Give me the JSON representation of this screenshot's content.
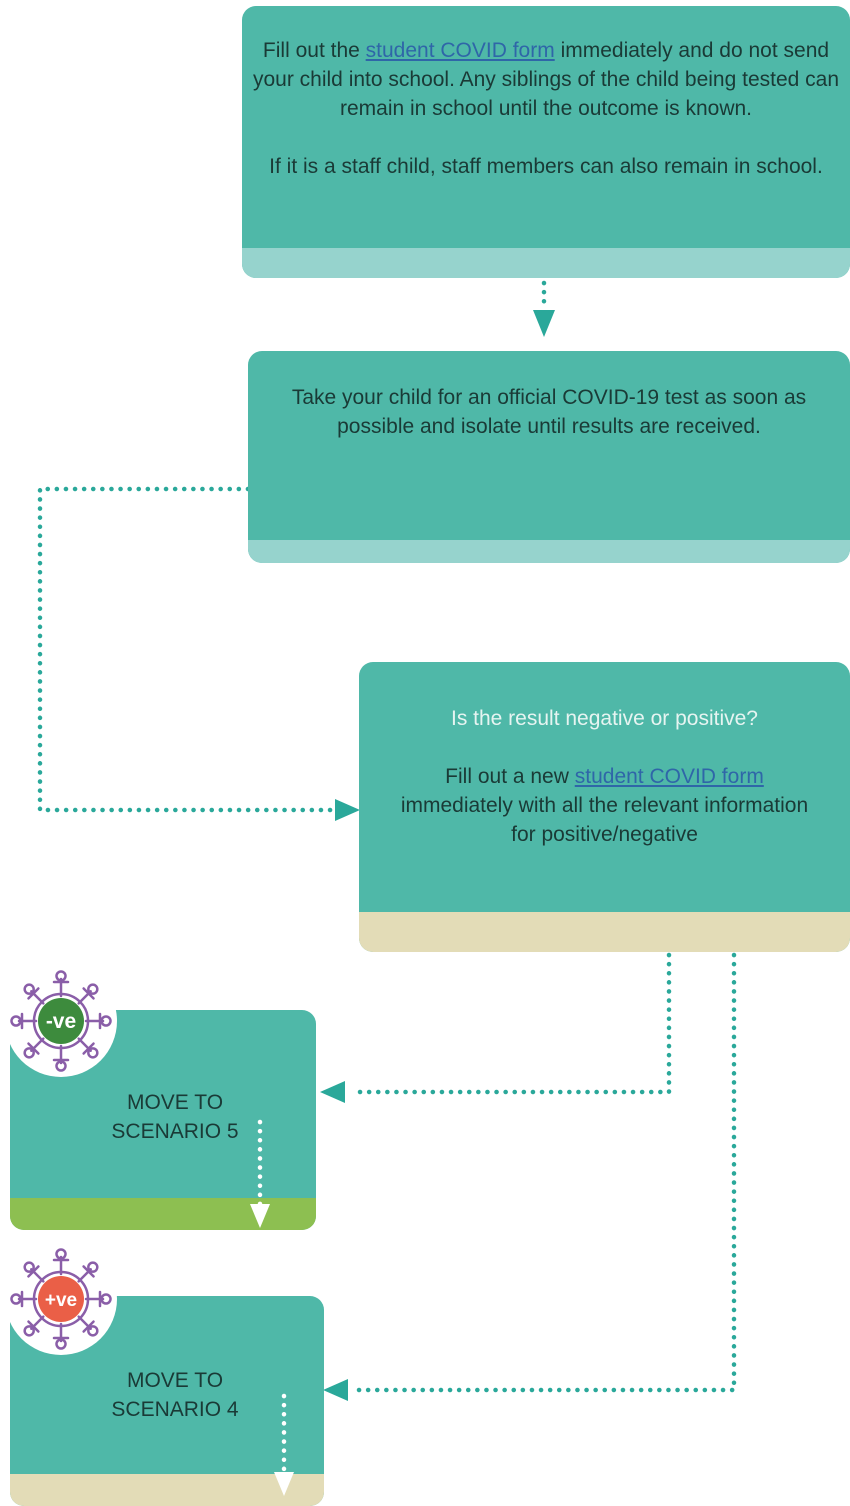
{
  "box1": {
    "para1_pre": "Fill out the",
    "link": "student COVID form",
    "para1_post": "immediately and do not send your child into school. Any siblings of the child being tested can remain in school until the outcome is known.",
    "para2": "If it is a staff child, staff members can also remain in school."
  },
  "box2": {
    "text": "Take your child for an official COVID-19 test as soon as possible and isolate until results are received."
  },
  "box3": {
    "question": "Is the result negative or positive?",
    "pre": "Fill out a new",
    "link": "student COVID form",
    "post": "immediately with all the relevant information for positive/negative"
  },
  "negative": {
    "badge": "-ve",
    "line1": "MOVE TO",
    "line2": "SCENARIO 5"
  },
  "positive": {
    "badge": "+ve",
    "line1": "MOVE TO",
    "line2": "SCENARIO 4"
  },
  "colors": {
    "box": "#4fb8a8",
    "footer_teal": "#96d3cd",
    "footer_sand": "#e3dcb7",
    "footer_green": "#8dbf51",
    "connector": "#2aa89a",
    "virus": "#8a5ea8",
    "negative_badge": "#3d8b3d",
    "positive_badge": "#ea5f47",
    "link": "#2f66a8"
  }
}
